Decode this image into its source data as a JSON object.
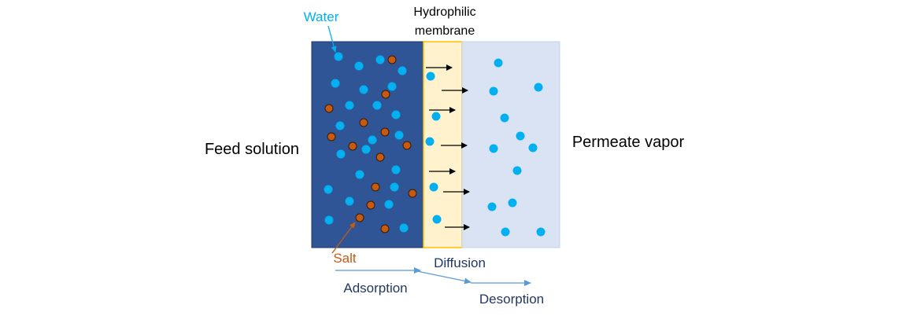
{
  "labels": {
    "water": "Water",
    "membrane_line1": "Hydrophilic",
    "membrane_line2": "membrane",
    "feed": "Feed solution",
    "permeate": "Permeate vapor",
    "salt": "Salt",
    "adsorption": "Adsorption",
    "diffusion": "Diffusion",
    "desorption": "Desorption"
  },
  "colors": {
    "feed_fill": "#2f5597",
    "membrane_fill": "#fff2cc",
    "membrane_border": "#ffc000",
    "permeate_fill": "#dae3f3",
    "water_dot": "#00b0f0",
    "salt_dot": "#c55a11",
    "water_label": "#00b0f0",
    "salt_label": "#c55a11",
    "step_label": "#203864",
    "step_arrow": "#5b9bd5",
    "text": "#000000"
  }
}
